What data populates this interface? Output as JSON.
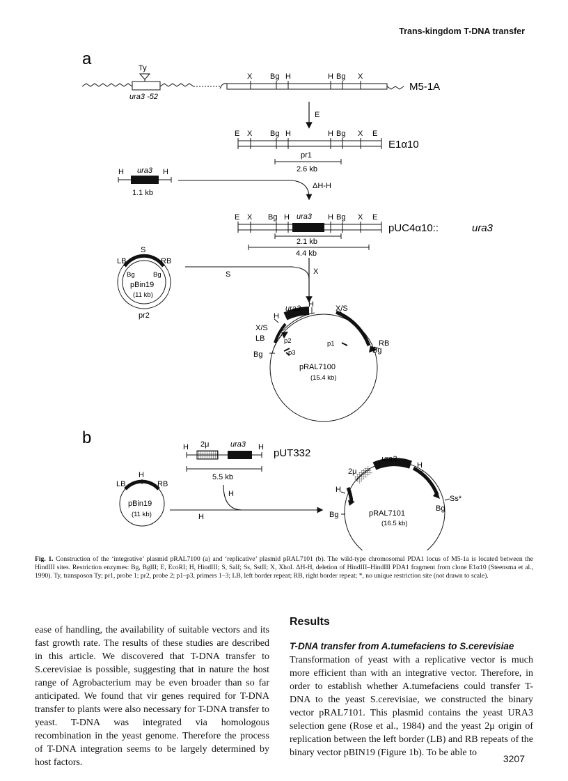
{
  "header": {
    "running_head": "Trans-kingdom T-DNA transfer"
  },
  "figure": {
    "panel_a": "a",
    "panel_b": "b",
    "m51a": {
      "ty": "Ty",
      "ura3_52": "ura3 -52",
      "name": "M5-1A",
      "x1": "X",
      "bg1": "Bg",
      "h1": "H",
      "h2": "H",
      "bg2": "Bg",
      "x2": "X"
    },
    "arrow_e": "E",
    "e1a10": {
      "e1": "E",
      "x1": "X",
      "bg1": "Bg",
      "h1": "H",
      "h2": "H",
      "bg2": "Bg",
      "x2": "X",
      "e2": "E",
      "name": "E1α10",
      "probe": "pr1",
      "probe_size": "2.6 kb"
    },
    "ura3_fragment": {
      "h1": "H",
      "gene": "ura3",
      "h2": "H",
      "size": "1.1 kb",
      "arrow": "ΔH-H"
    },
    "puc": {
      "e1": "E",
      "x1": "X",
      "bg1": "Bg",
      "h1": "H",
      "gene": "ura3",
      "h2": "H",
      "bg2": "Bg",
      "x2": "X",
      "e2": "E",
      "name": "pUC4α10::",
      "name_gene": "ura3",
      "size_inner": "2.1 kb",
      "size_outer": "4.4 kb"
    },
    "arrow_x": "X",
    "pbin19_a": {
      "s": "S",
      "lb": "LB",
      "rb": "RB",
      "bg1": "Bg",
      "bg2": "Bg",
      "name": "pBin19",
      "size": "(11 kb)",
      "probe": "pr2",
      "arrow": "S"
    },
    "pral7100": {
      "h1": "H",
      "gene": "ura3",
      "h2": "H",
      "xs1": "X/S",
      "xs2": "X/S",
      "lb": "LB",
      "rb": "RB",
      "p1": "p1",
      "p2": "p2",
      "p3": "p3",
      "bg1": "Bg",
      "bg2": "Bg",
      "name": "pRAL7100",
      "size": "(15.4 kb)"
    },
    "put332": {
      "h1": "H",
      "two_mu": "2μ",
      "gene": "ura3",
      "h2": "H",
      "name": "pUT332",
      "size": "5.5 kb"
    },
    "pbin19_b": {
      "h": "H",
      "lb": "LB",
      "rb": "RB",
      "name": "pBin19",
      "size": "(11 kb)",
      "arrow_h": "H",
      "arrow_h2": "H"
    },
    "pral7101": {
      "two_mu": "2μ",
      "gene": "ura3",
      "h1": "H",
      "h2": "H",
      "ss": "Ss*",
      "bg1": "Bg",
      "bg2": "Bg",
      "name": "pRAL7101",
      "size": "(16.5 kb)"
    }
  },
  "caption": {
    "label": "Fig. 1.",
    "text": " Construction of the ‘integrative’ plasmid pRAL7100 (a) and ‘replicative’ plasmid pRAL7101 (b). The wild-type chromosomal PDA1 locus of M5-1a is located between the HindIII sites. Restriction enzymes: Bg, BglII; E, EcoRI; H, HindIII; S, SalI; Ss, SstII; X, XhoI. ΔH-H, deletion of HindIII–HindIII PDA1 fragment from clone E1α10 (Steensma et al., 1990). Ty, transposon Ty; pr1, probe 1; pr2, probe 2; p1–p3, primers 1–3; LB, left border repeat; RB, right border repeat; *, no unique restriction site (not drawn to scale)."
  },
  "body_left": "ease of handling, the availability of suitable vectors and its fast growth rate. The results of these studies are described in this article. We discovered that T-DNA transfer to S.cerevisiae is possible, suggesting that in nature the host range of Agrobacterium may be even broader than so far anticipated. We found that vir genes required for T-DNA transfer to plants were also necessary for T-DNA transfer to yeast. T-DNA was integrated via homologous recombination in the yeast genome. Therefore the process of T-DNA integration seems to be largely determined by host factors.",
  "section_heading": "Results",
  "subheading": "T-DNA transfer from A.tumefaciens to S.cerevisiae",
  "body_right": "Transformation of yeast with a replicative vector is much more efficient than with an integrative vector. Therefore, in order to establish whether A.tumefaciens could transfer T-DNA to the yeast S.cerevisiae, we constructed the binary vector pRAL7101. This plasmid contains the yeast URA3 selection gene (Rose et al., 1984) and the yeast 2μ origin of replication between the left border (LB) and RB repeats of the binary vector pBIN19 (Figure 1b). To be able to",
  "page_number": "3207"
}
